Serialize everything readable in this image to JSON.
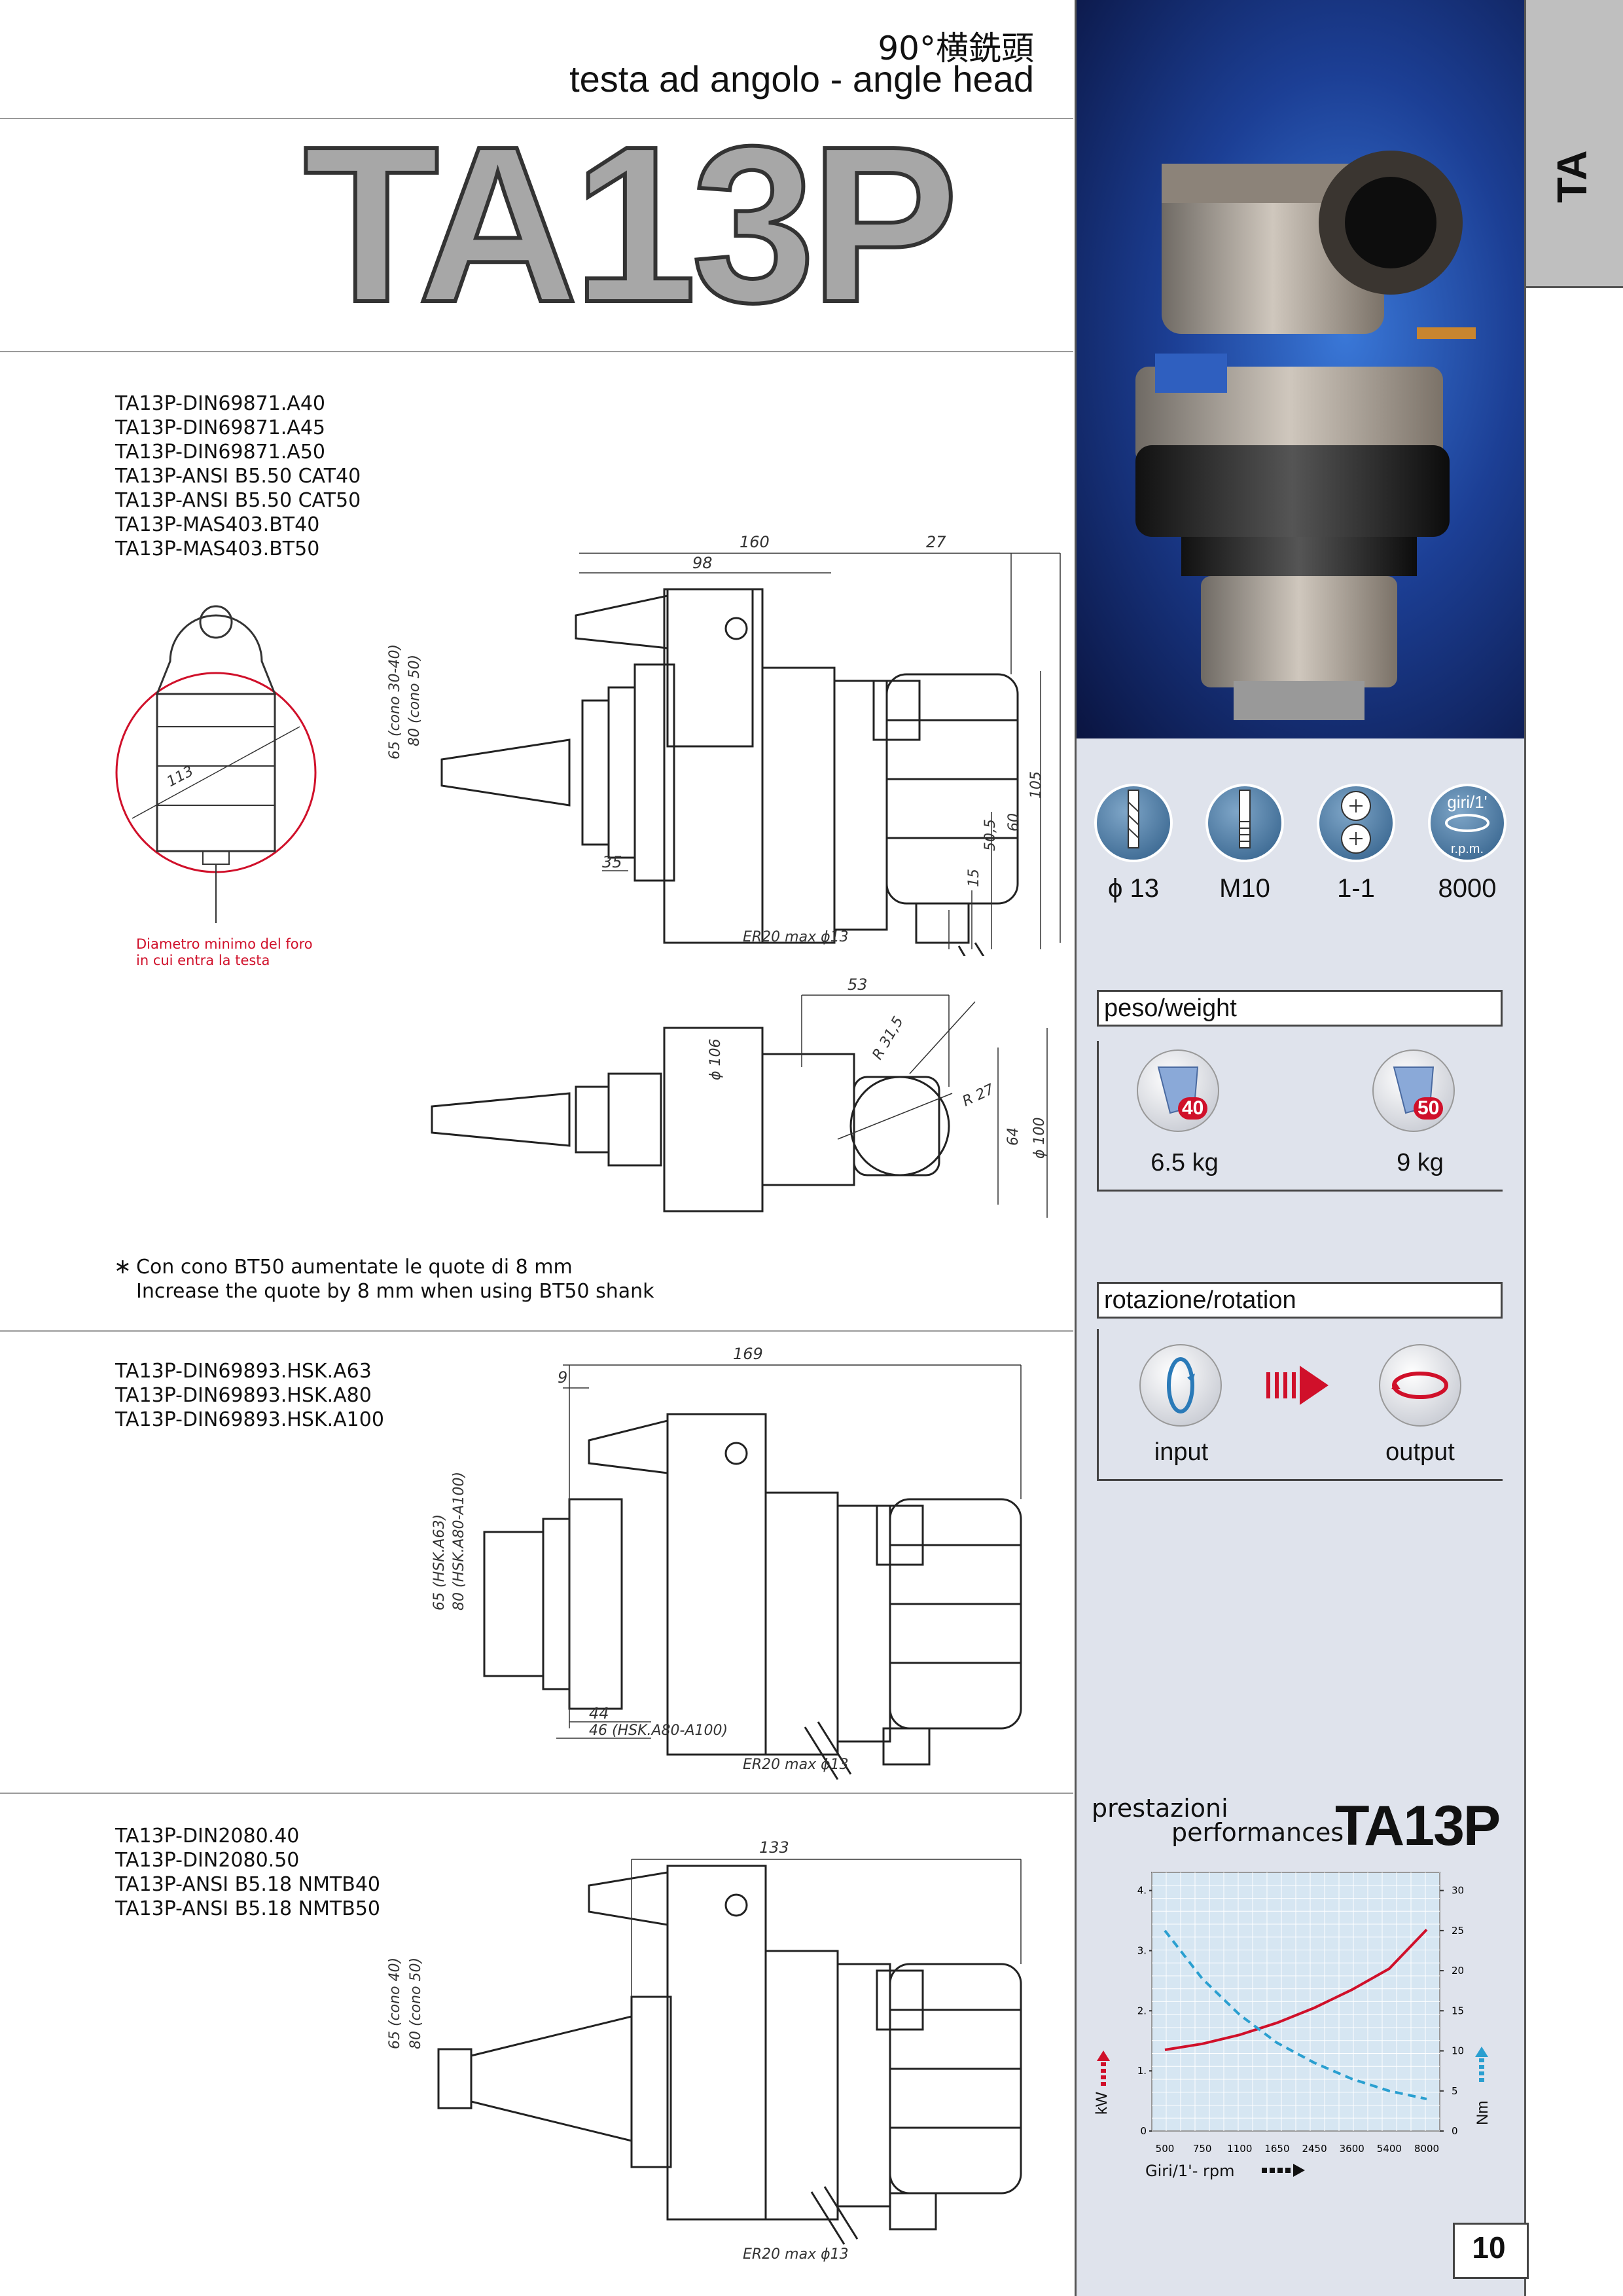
{
  "header": {
    "chinese_title": "90°横銑頭",
    "subtitle": "testa ad angolo - angle head",
    "model": "TA13P"
  },
  "tab": {
    "label": "TA"
  },
  "section1": {
    "part_numbers": [
      "TA13P-DIN69871.A40",
      "TA13P-DIN69871.A45",
      "TA13P-DIN69871.A50",
      "TA13P-ANSI B5.50 CAT40",
      "TA13P-ANSI B5.50 CAT50",
      "TA13P-MAS403.BT40",
      "TA13P-MAS403.BT50"
    ],
    "note_red_line1": "Diametro minimo del foro",
    "note_red_line2": "in cui entra la testa",
    "dims": {
      "d160": "160",
      "d27": "27",
      "d98": "98",
      "d35": "35",
      "d113": "113",
      "v65": "65  (cono 30-40)",
      "v80": "80  (cono 50)",
      "d505": "50,5",
      "d60": "60",
      "d105": "105",
      "d15": "15",
      "er20": "ER20  max  ϕ13"
    },
    "dims_top": {
      "d53": "53",
      "r315": "R 31,5",
      "r27": "R 27",
      "d106": "ϕ 106",
      "d64": "64",
      "d100": "ϕ 100"
    },
    "footnote_it": "Con cono BT50 aumentate le quote di 8 mm",
    "footnote_en": "Increase the quote by 8 mm when using BT50 shank"
  },
  "section2": {
    "part_numbers": [
      "TA13P-DIN69893.HSK.A63",
      "TA13P-DIN69893.HSK.A80",
      "TA13P-DIN69893.HSK.A100"
    ],
    "dims": {
      "d169": "169",
      "d9": "9",
      "v65": "65  (HSK.A63)",
      "v80": "80  (HSK.A80-A100)",
      "d44": "44",
      "d46": "46  (HSK.A80-A100)",
      "er20": "ER20  max  ϕ13"
    }
  },
  "section3": {
    "part_numbers": [
      "TA13P-DIN2080.40",
      "TA13P-DIN2080.50",
      "TA13P-ANSI B5.18 NMTB40",
      "TA13P-ANSI B5.18 NMTB50"
    ],
    "dims": {
      "d133": "133",
      "v65": "65  (cono 40)",
      "v80": "80  (cono 50)",
      "er20": "ER20  max  ϕ13"
    }
  },
  "specs": {
    "icon_rpm_top": "giri/1'",
    "icon_rpm_bottom": "r.p.m.",
    "values": [
      "ϕ 13",
      "M10",
      "1-1",
      "8000"
    ]
  },
  "weight": {
    "title": "peso/weight",
    "badge_40": "40",
    "badge_50": "50",
    "val_40": "6.5 kg",
    "val_50": "9 kg"
  },
  "rotation": {
    "title": "rotazione/rotation",
    "input": "input",
    "output": "output"
  },
  "performance": {
    "label_it": "prestazioni",
    "label_en": "performances",
    "model": "TA13P",
    "kw_label": "kW",
    "nm_label": "Nm",
    "x_label": "Giri/1'- rpm"
  },
  "chart_data": {
    "type": "line",
    "x": [
      500,
      750,
      1100,
      1650,
      2450,
      3600,
      5400,
      8000
    ],
    "x_ticks": [
      "500",
      "750",
      "1100",
      "1650",
      "2450",
      "3600",
      "5400",
      "8000"
    ],
    "y_left_ticks": [
      "0",
      "1.",
      "2.",
      "3.",
      "4."
    ],
    "y_right_ticks": [
      "0",
      "5",
      "10",
      "15",
      "20",
      "25",
      "30"
    ],
    "series": [
      {
        "axis": "left",
        "unit": "kW",
        "color": "#d0102a",
        "style": "solid",
        "values": [
          1.35,
          1.45,
          1.6,
          1.8,
          2.05,
          2.35,
          2.7,
          3.35
        ]
      },
      {
        "axis": "right",
        "unit": "Nm",
        "color": "#2a9fd0",
        "style": "dashed",
        "values": [
          25,
          19,
          14.5,
          11,
          8.5,
          6.5,
          5,
          4
        ]
      }
    ],
    "ylim_left": [
      0,
      4
    ],
    "ylim_right": [
      0,
      30
    ],
    "grid": true
  },
  "page_number": "10"
}
